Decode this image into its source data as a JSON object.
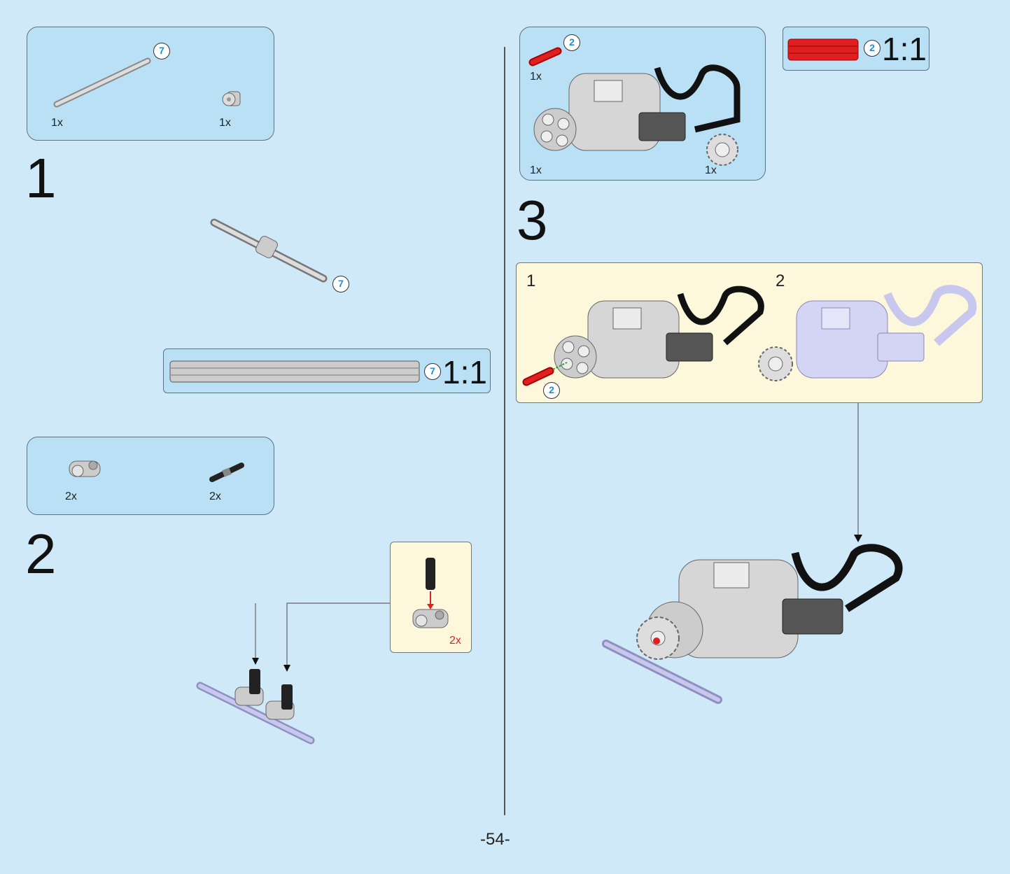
{
  "step1": {
    "number": "1",
    "parts": [
      {
        "name": "axle",
        "length_badge": "7",
        "qty": "1x"
      },
      {
        "name": "bush",
        "qty": "1x"
      }
    ],
    "assembly_badge": "7",
    "scale": {
      "badge": "7",
      "label": "1:1"
    }
  },
  "step2": {
    "number": "2",
    "parts": [
      {
        "name": "pin-connector",
        "qty": "2x"
      },
      {
        "name": "pin",
        "qty": "2x"
      }
    ],
    "callout_qty": "2x"
  },
  "step3": {
    "number": "3",
    "parts": [
      {
        "name": "red-axle",
        "length_badge": "2",
        "qty": "1x"
      },
      {
        "name": "motor",
        "qty": "1x"
      },
      {
        "name": "gear",
        "qty": "1x"
      }
    ],
    "scale": {
      "badge": "2",
      "label": "1:1"
    },
    "subassembly": {
      "step_a": "1",
      "step_b": "2",
      "badge": "2"
    }
  },
  "page_number": "-54-",
  "colors": {
    "page_bg": "#cfe9f8",
    "callout_bg": "#b9e0f5",
    "subassembly_bg": "#fdf8dc",
    "red_part": "#e02020"
  }
}
